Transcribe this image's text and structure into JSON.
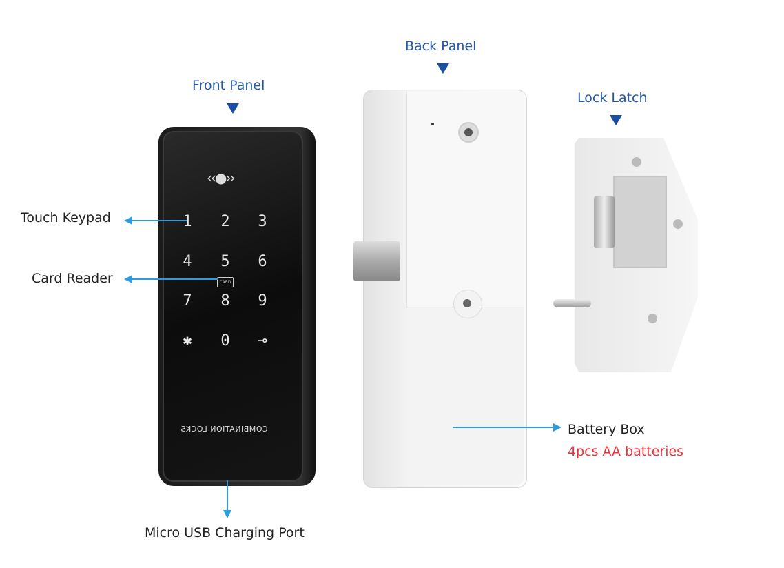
{
  "titles": {
    "front_panel": "Front Panel",
    "back_panel": "Back Panel",
    "lock_latch": "Lock Latch"
  },
  "callouts": {
    "touch_keypad": "Touch Keypad",
    "card_reader": "Card Reader",
    "micro_usb": "Micro USB Charging Port",
    "battery_box": "Battery Box",
    "battery_note": "4pcs AA batteries"
  },
  "keypad": {
    "keys": [
      "1",
      "2",
      "3",
      "4",
      "5",
      "6",
      "7",
      "8",
      "9",
      "✱",
      "0",
      "⊸"
    ],
    "card_label": "CARD",
    "brand_text": "COMBINATION LOCKS"
  },
  "colors": {
    "title_blue": "#2458a8",
    "arrow_blue": "#2c9be0",
    "note_red": "#f0323a"
  }
}
